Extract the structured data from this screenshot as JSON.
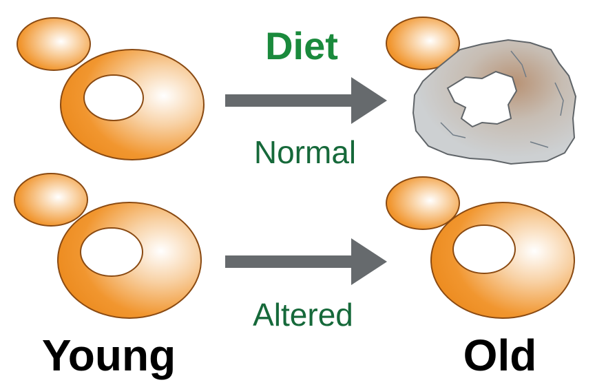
{
  "labels": {
    "diet": "Diet",
    "normal": "Normal",
    "altered": "Altered",
    "young": "Young",
    "old": "Old"
  },
  "colors": {
    "cell_orange": "#f0922a",
    "cell_outline": "#8a4a12",
    "arrow_gray": "#666a6d",
    "text_green": "#1a8a3c",
    "dead_cell_gray": "#c9cbcd"
  }
}
